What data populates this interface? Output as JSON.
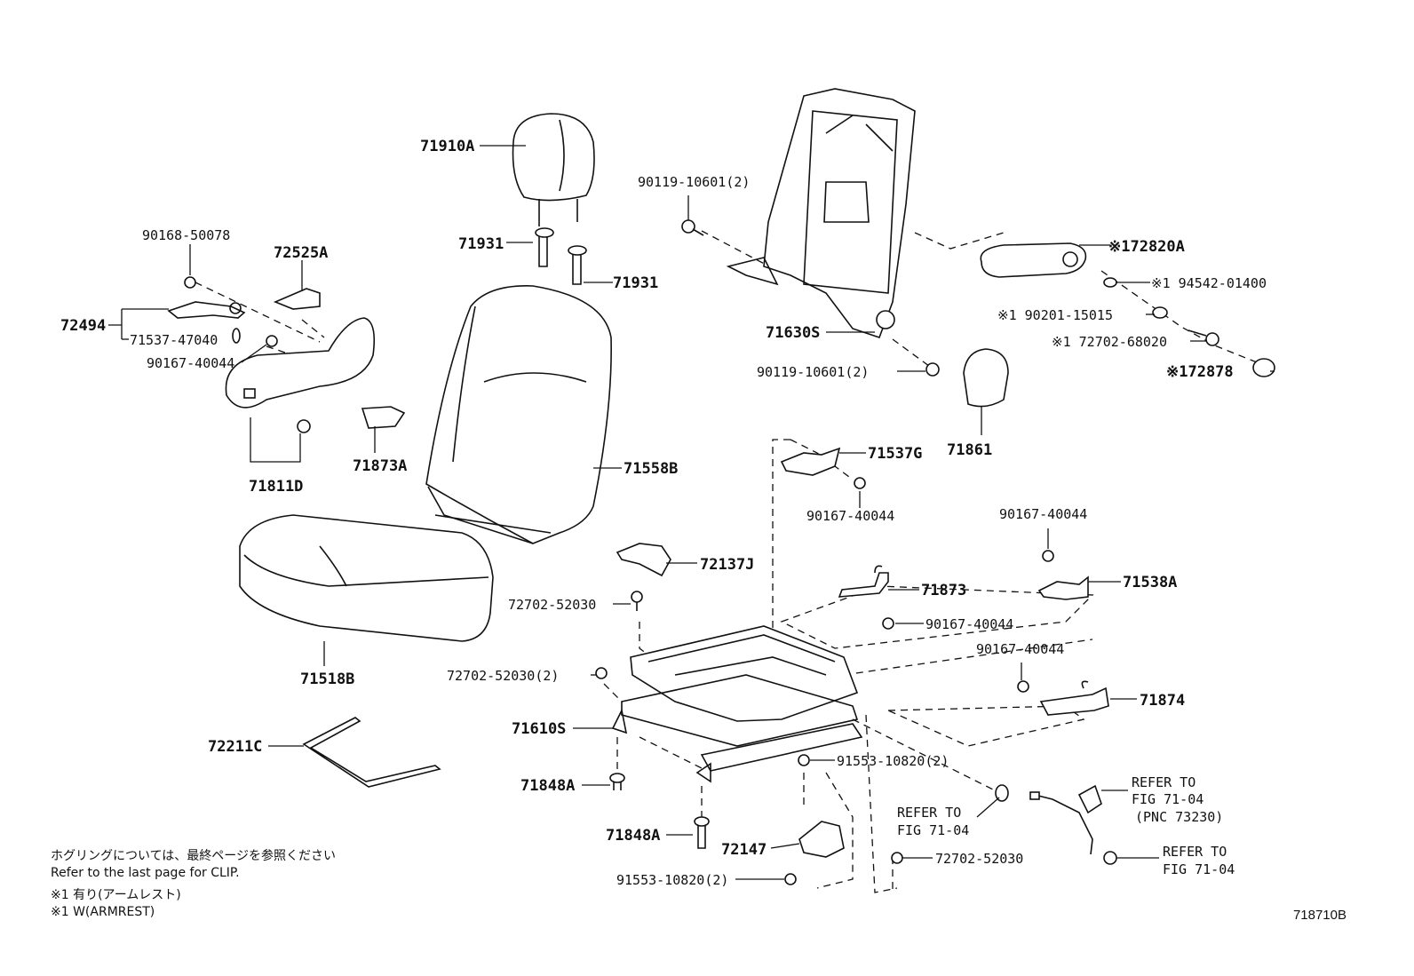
{
  "parts": {
    "p71910A": "71910A",
    "p71931a": "71931",
    "p71931b": "71931",
    "p90168": "90168-50078",
    "p72525A": "72525A",
    "p72494": "72494",
    "p71537_47040": "71537-47040",
    "p90167_a": "90167-40044",
    "p71811D": "71811D",
    "p71873A": "71873A",
    "p71558B": "71558B",
    "p71518B": "71518B",
    "p72211C": "72211C",
    "p90119_a": "90119-10601(2)",
    "p90119_b": "90119-10601(2)",
    "p71630S": "71630S",
    "p72820A": "※172820A",
    "p94542": "※1 94542-01400",
    "p90201": "※1 90201-15015",
    "p72702_68020": "※1 72702-68020",
    "p72878": "※172878",
    "p71861": "71861",
    "p71537G": "71537G",
    "p90167_b": "90167-40044",
    "p90167_c": "90167-40044",
    "p71538A": "71538A",
    "p72137J": "72137J",
    "p72702_52030_a": "72702-52030",
    "p71873": "71873",
    "p90167_d": "90167-40044",
    "p90167_e": "90167-40044",
    "p72702_52030_2": "72702-52030(2)",
    "p71874": "71874",
    "p71610S": "71610S",
    "p91553_a": "91553-10820(2)",
    "p71848A_a": "71848A",
    "p71848A_b": "71848A",
    "p72147": "72147",
    "p91553_b": "91553-10820(2)",
    "p72702_52030_b": "72702-52030"
  },
  "refs": {
    "ref1_l1": "REFER TO",
    "ref1_l2": "FIG 71-04",
    "ref2_l1": "REFER TO",
    "ref2_l2": "FIG 71-04",
    "ref2_l3": "(PNC 73230)",
    "ref3_l1": "REFER TO",
    "ref3_l2": "FIG 71-04"
  },
  "notes": {
    "jp_clip": "ホグリングについては、最終ページを参照ください",
    "en_clip": "Refer to the last page for CLIP.",
    "jp_armrest": "※1 有り(アームレスト)",
    "en_armrest": "※1 W(ARMREST)"
  },
  "figure_code": "718710B"
}
